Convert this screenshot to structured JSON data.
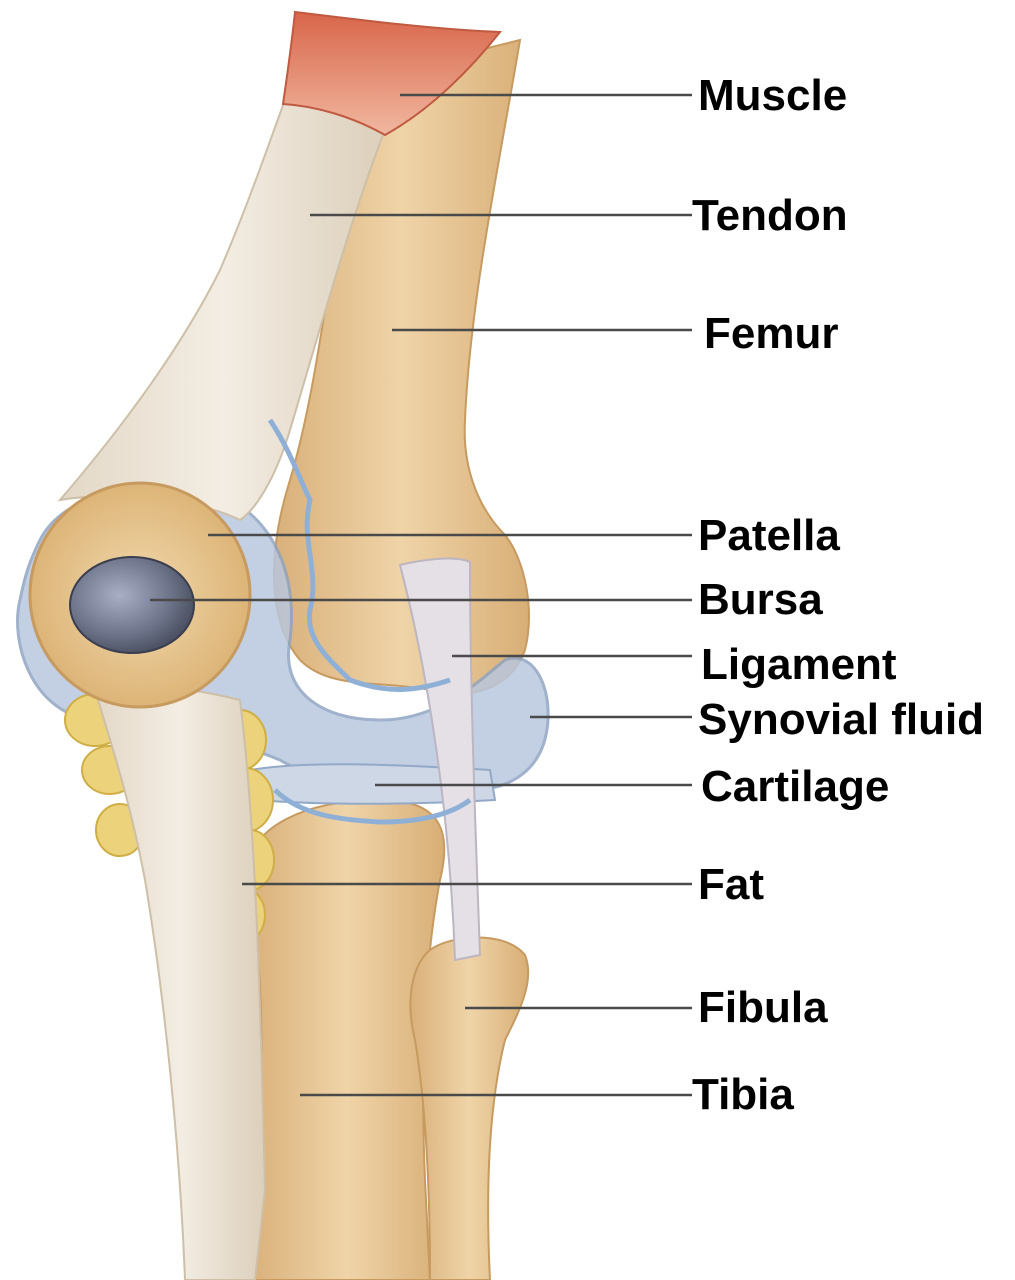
{
  "diagram": {
    "labels": {
      "muscle": "Muscle",
      "tendon": "Tendon",
      "femur": "Femur",
      "patella": "Patella",
      "bursa": "Bursa",
      "ligament": "Ligament",
      "synovial_fluid": "Synovial fluid",
      "cartilage": "Cartilage",
      "fat": "Fat",
      "fibula": "Fibula",
      "tibia": "Tibia"
    },
    "colors": {
      "bone": "#e8c99a",
      "tendon": "#ece3d6",
      "muscle": "#e07a5f",
      "synovial": "#b9c7dd",
      "bursa": "#6f7588",
      "fat": "#ecd27a",
      "vessel": "#8fb0d6",
      "leader_line": "#4a4a4a"
    }
  }
}
